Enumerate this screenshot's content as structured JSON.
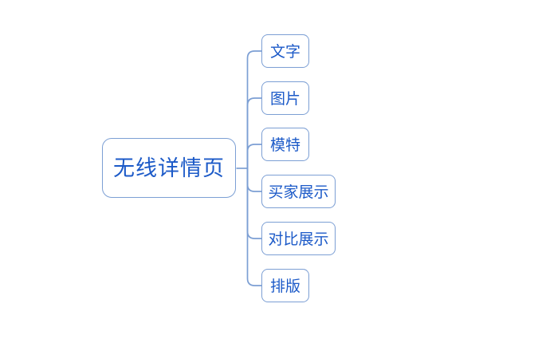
{
  "diagram": {
    "type": "mindmap",
    "root": {
      "label": "无线详情页"
    },
    "children": [
      {
        "label": "文字"
      },
      {
        "label": "图片"
      },
      {
        "label": "模特"
      },
      {
        "label": "买家展示"
      },
      {
        "label": "对比展示"
      },
      {
        "label": "排版"
      }
    ],
    "colors": {
      "line": "#7c9fd4",
      "node_border": "#7c9fd4",
      "text": "#1c5ac8",
      "background": "#ffffff"
    }
  }
}
